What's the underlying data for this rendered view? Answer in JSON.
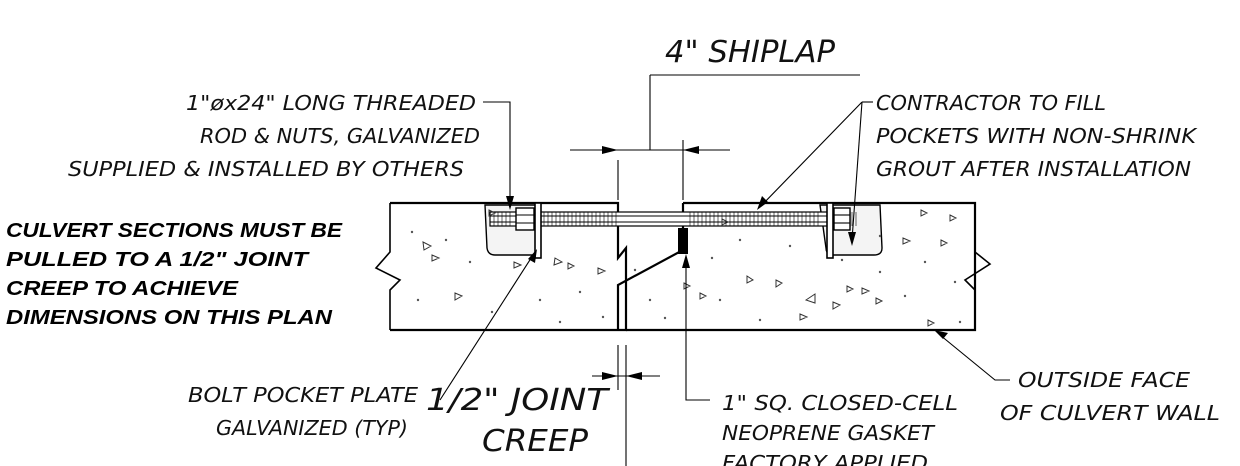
{
  "labels": {
    "shiplap": "4\" SHIPLAP",
    "rod_line1": "1\"øx24\" LONG THREADED",
    "rod_line2": "ROD & NUTS, GALVANIZED",
    "rod_line3": "SUPPLIED & INSTALLED BY OTHERS",
    "grout_line1": "CONTRACTOR TO FILL",
    "grout_line2": "POCKETS WITH NON-SHRINK",
    "grout_line3": "GROUT AFTER INSTALLATION",
    "note_line1": "CULVERT SECTIONS MUST BE",
    "note_line2": "PULLED TO A 1/2\" JOINT",
    "note_line3": "CREEP TO ACHIEVE",
    "note_line4": "DIMENSIONS ON THIS PLAN",
    "plate_line1": "BOLT POCKET PLATE",
    "plate_line2": "GALVANIZED (TYP)",
    "creep_line1": "1/2\" JOINT",
    "creep_line2": "CREEP",
    "gasket_line1": "1\" SQ. CLOSED-CELL",
    "gasket_line2": "NEOPRENE GASKET",
    "gasket_line3": "FACTORY APPLIED",
    "face_line1": "OUTSIDE FACE",
    "face_line2": "OF CULVERT WALL"
  }
}
